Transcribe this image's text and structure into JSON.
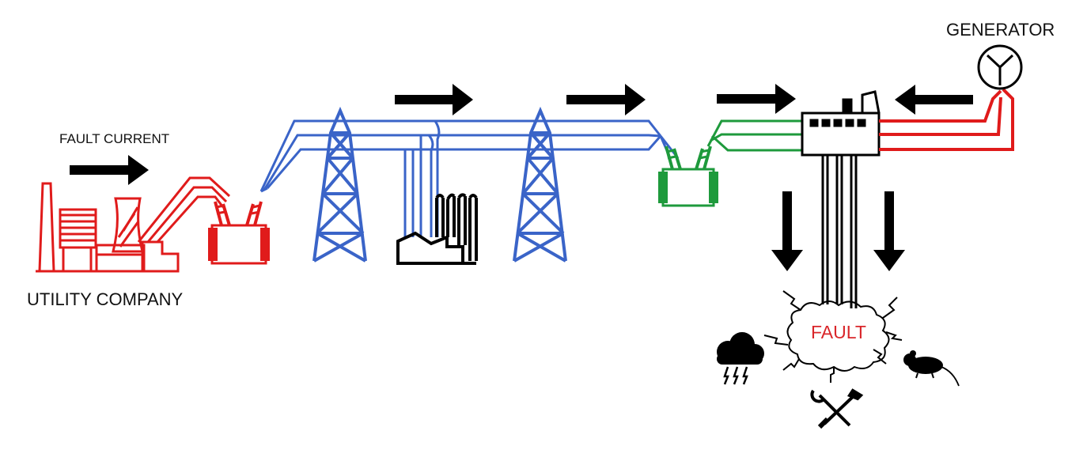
{
  "labels": {
    "fault_current": "FAULT CURRENT",
    "utility_company": "UTILITY COMPANY",
    "generator": "GENERATOR",
    "fault": "FAULT"
  },
  "colors": {
    "utility": "#e01b1b",
    "transmission": "#3a64c8",
    "distribution": "#1e9a3c",
    "arrows": "#000000",
    "fault_text": "#d9262a",
    "background": "#ffffff"
  },
  "icons": [
    "power-plant-icon",
    "transformer-icon",
    "transmission-tower-icon",
    "factory-icon",
    "distribution-transformer-icon",
    "switchboard-icon",
    "generator-icon",
    "storm-cloud-icon",
    "tools-icon",
    "rodent-icon",
    "flow-arrow-icon"
  ]
}
